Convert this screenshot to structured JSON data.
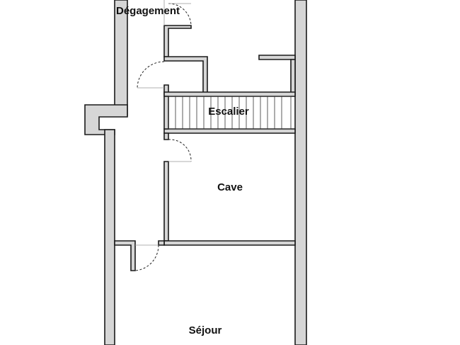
{
  "rooms": {
    "degagement": "Dégagement",
    "escalier": "Escalier",
    "cave": "Cave",
    "sejour": "Séjour"
  }
}
